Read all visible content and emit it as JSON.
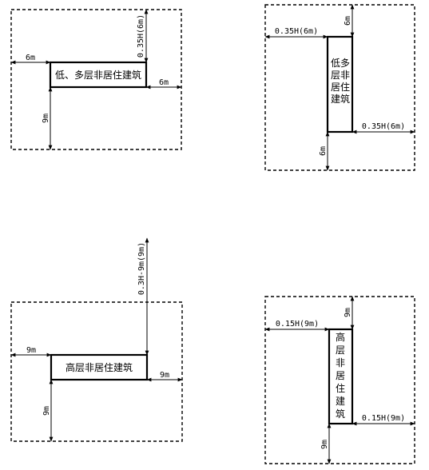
{
  "diagrams": {
    "a": {
      "building": "低、多层非居住建筑",
      "top": "0.35H(6m)",
      "left": "6m",
      "right": "6m",
      "bottom": "9m"
    },
    "b": {
      "building_lines": [
        "低多",
        "层非",
        "居住",
        "建筑"
      ],
      "left": "0.35H(6m)",
      "top": "6m",
      "right": "0.35H(6m)",
      "bottom": "6m"
    },
    "c": {
      "building": "高层非居住建筑",
      "top": "0.3H-9m(9m)",
      "left": "9m",
      "right": "9m",
      "bottom": "9m"
    },
    "d": {
      "building_lines": [
        "高",
        "层",
        "非",
        "居",
        "住",
        "建",
        "筑"
      ],
      "left": "0.15H(9m)",
      "top": "9m",
      "right": "0.15H(9m)",
      "bottom": "9m"
    }
  }
}
